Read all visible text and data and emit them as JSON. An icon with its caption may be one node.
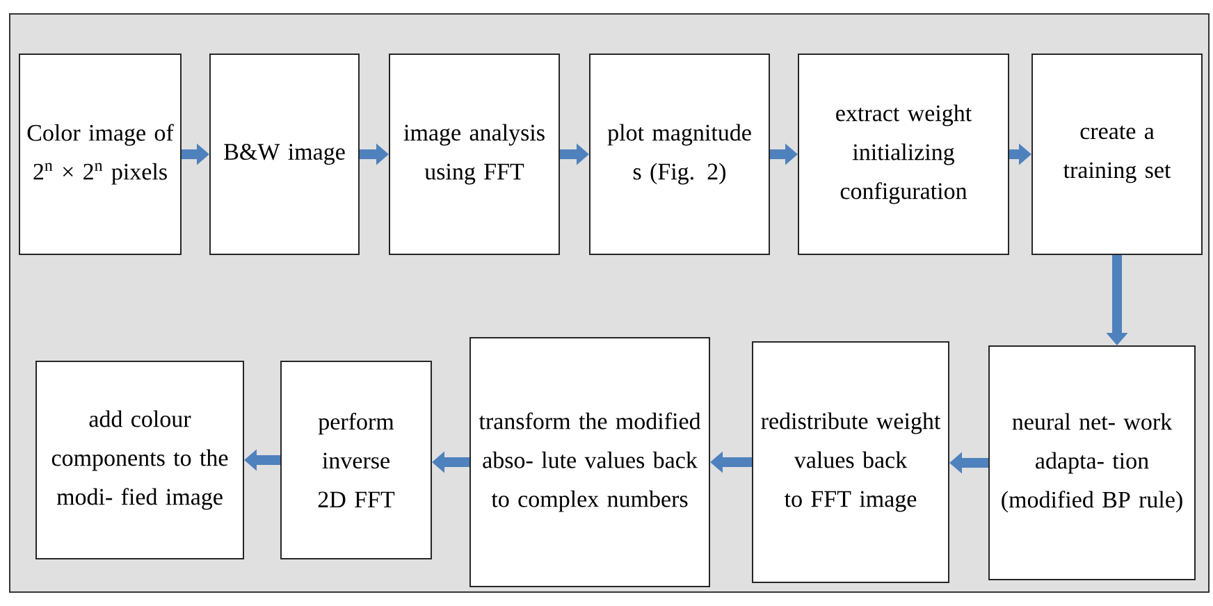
{
  "diagram": {
    "nodes": [
      {
        "text": [
          "Color image of 2$^{n}$ × 2$^{n}$ pixels"
        ]
      },
      {
        "text": [
          "B&W image"
        ]
      },
      {
        "text": [
          "image analysis using FFT"
        ]
      },
      {
        "text": [
          "plot magnitude s (Fig. 2)"
        ]
      },
      {
        "text": [
          "extract weight initializing configuration"
        ]
      },
      {
        "text": [
          "create a training set"
        ]
      },
      {
        "text": [
          "add colour components to the modi- fied image"
        ]
      },
      {
        "text": [
          "perform inverse 2D FFT"
        ]
      },
      {
        "text": [
          "transform the modified abso- lute values back to complex numbers"
        ]
      },
      {
        "text": [
          "redistribute weight values back to FFT image"
        ]
      },
      {
        "text": [
          "neural net- work adapta- tion (modified BP rule)"
        ]
      }
    ],
    "edges": [
      {
        "from": 0,
        "to": 1,
        "arrow": "to"
      },
      {
        "from": 1,
        "to": 2,
        "arrow": "to"
      },
      {
        "from": 2,
        "to": 3,
        "arrow": "to"
      },
      {
        "from": 3,
        "to": 4,
        "arrow": "to"
      },
      {
        "from": 4,
        "to": 5,
        "arrow": "to"
      },
      {
        "from": 5,
        "to": 10,
        "arrow": "to"
      },
      {
        "from": 10,
        "to": 9,
        "arrow": "to"
      },
      {
        "from": 9,
        "to": 8,
        "arrow": "to"
      },
      {
        "from": 8,
        "to": 7,
        "arrow": "to"
      },
      {
        "from": 7,
        "to": 6,
        "arrow": "to"
      }
    ]
  }
}
